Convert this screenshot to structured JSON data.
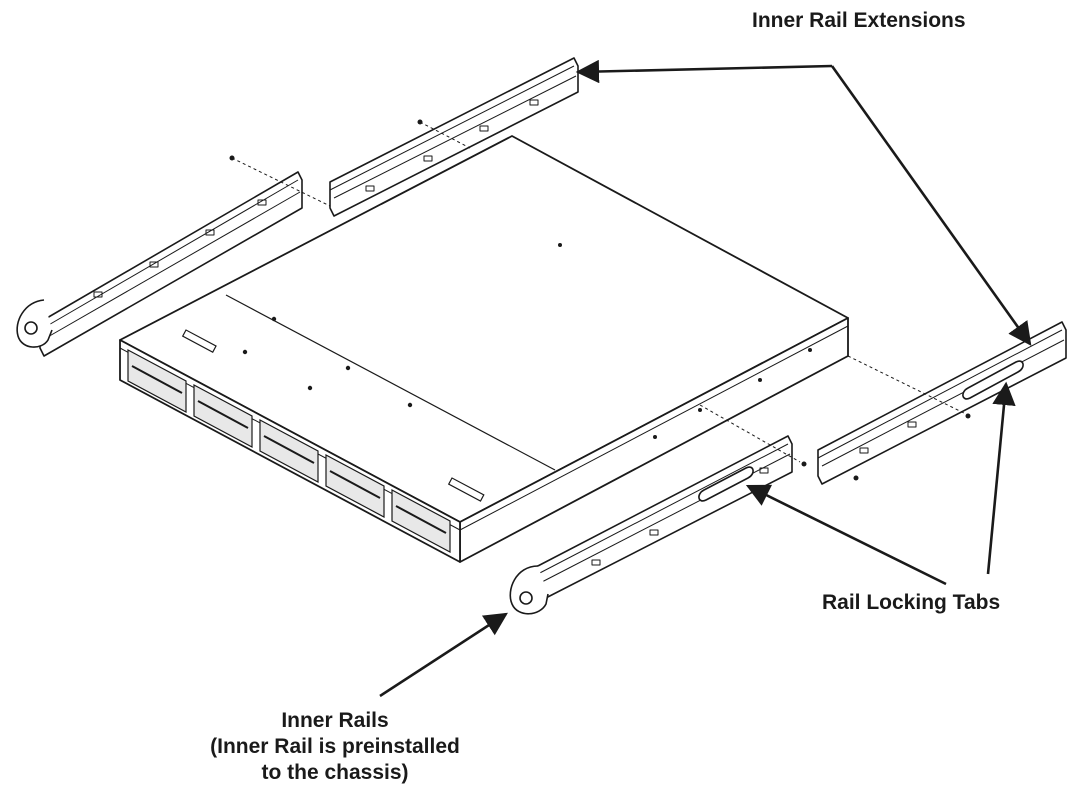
{
  "labels": {
    "inner_rail_extensions": "Inner Rail Extensions",
    "rail_locking_tabs": "Rail Locking Tabs",
    "inner_rails_title": "Inner Rails",
    "inner_rails_note_line1": "(Inner Rail is preinstalled",
    "inner_rails_note_line2": "to the chassis)"
  },
  "colors": {
    "line": "#1a1a1a",
    "background": "#ffffff",
    "panel": "#f4f4f4"
  }
}
